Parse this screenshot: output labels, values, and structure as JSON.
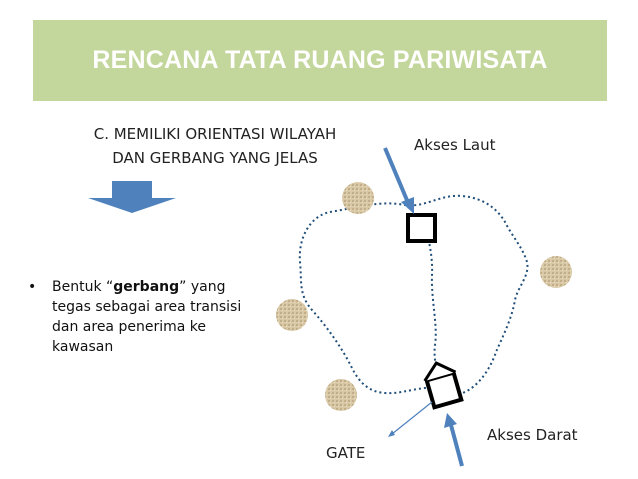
{
  "slide": {
    "title": "RENCANA TATA RUANG PARIWISATA",
    "subtitle_line1": "C. MEMILIKI ORIENTASI WILAYAH",
    "subtitle_line2": "DAN GERBANG YANG JELAS",
    "bullet_symbol": "•",
    "bullet_pre": "Bentuk “",
    "bullet_bold": "gerbang",
    "bullet_post": "” yang tegas sebagai area transisi dan area penerima ke kawasan"
  },
  "labels": {
    "akses_laut": "Akses Laut",
    "akses_darat": "Akses Darat",
    "gate": "GATE"
  },
  "colors": {
    "title_bg": "#c3d69b",
    "title_text": "#ffffff",
    "arrow_blue": "#4f81bd",
    "dotted_blue": "#1f4e79",
    "circle_fill": "#d8c8a6"
  }
}
